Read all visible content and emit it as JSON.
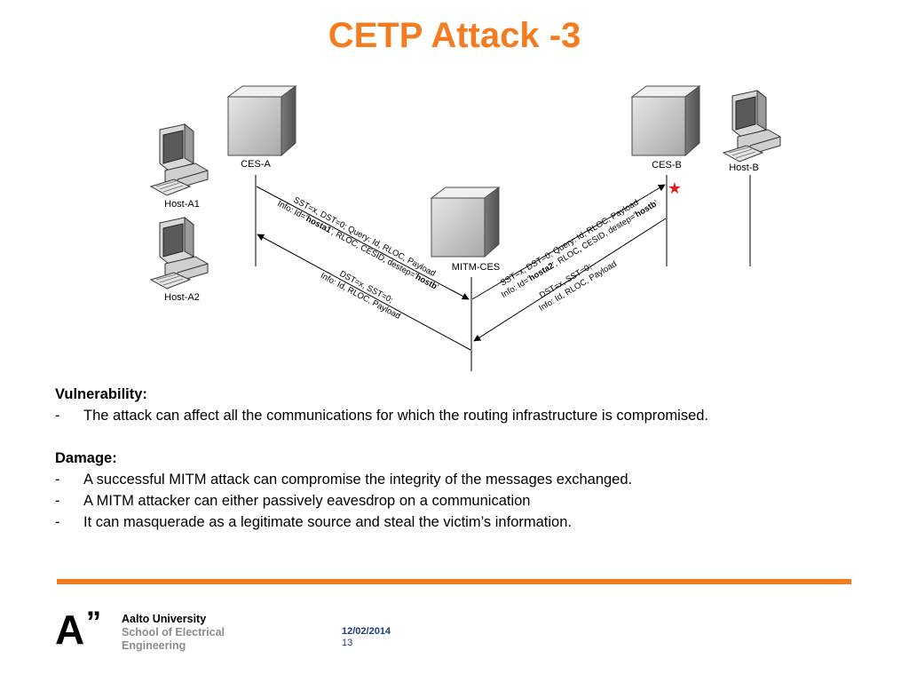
{
  "slide": {
    "title": "CETP Attack -3"
  },
  "diagram": {
    "nodes": {
      "ces_a": "CES-A",
      "ces_b": "CES-B",
      "mitm_ces": "MITM-CES",
      "host_a1": "Host-A1",
      "host_a2": "Host-A2",
      "host_b": "Host-B"
    },
    "messages": {
      "left_query_line1": "SST=x, DST=0; Query: Id, RLOC, Payload",
      "left_query_line2_pre": "Info: Id='",
      "left_query_line2_host": "hosta1",
      "left_query_line2_mid": "', RLOC, CESID, destep='",
      "left_query_line2_dest": "hostb",
      "left_query_line2_post": "'",
      "left_response_line1": "DST=x, SST=0;",
      "left_response_line2": "Info: Id, RLOC, Payload",
      "right_query_line1": "SST=x, DST=0; Query: Id, RLOC, Payload",
      "right_query_line2_pre": "Info: Id='",
      "right_query_line2_host": "hosta2",
      "right_query_line2_mid": "', RLOC, CESID, destep='",
      "right_query_line2_dest": "hostb",
      "right_query_line2_post": "'",
      "right_response_line1": "DST=x, SST=0;",
      "right_response_line2": "Info: Id, RLOC, Payload"
    },
    "star_symbol": "★"
  },
  "content": {
    "vulnerability_heading": "Vulnerability:",
    "vulnerability_items": [
      "The attack can affect all the communications for which the routing infrastructure is compromised."
    ],
    "damage_heading": "Damage:",
    "damage_items": [
      "A successful MITM attack can compromise the integrity of the messages exchanged.",
      "A MITM attacker can either passively eavesdrop on a communication",
      "It can masquerade as a legitimate source and steal the victim’s information."
    ],
    "bullet_marker": "-"
  },
  "footer": {
    "logo_letter": "A",
    "logo_marks": "”",
    "university": "Aalto University",
    "school_line1": "School of Electrical",
    "school_line2": "Engineering",
    "date": "12/02/2014",
    "page": "13"
  },
  "colors": {
    "accent": "#f47c20",
    "footer_text": "#1f3c78",
    "star": "#e01b22"
  }
}
